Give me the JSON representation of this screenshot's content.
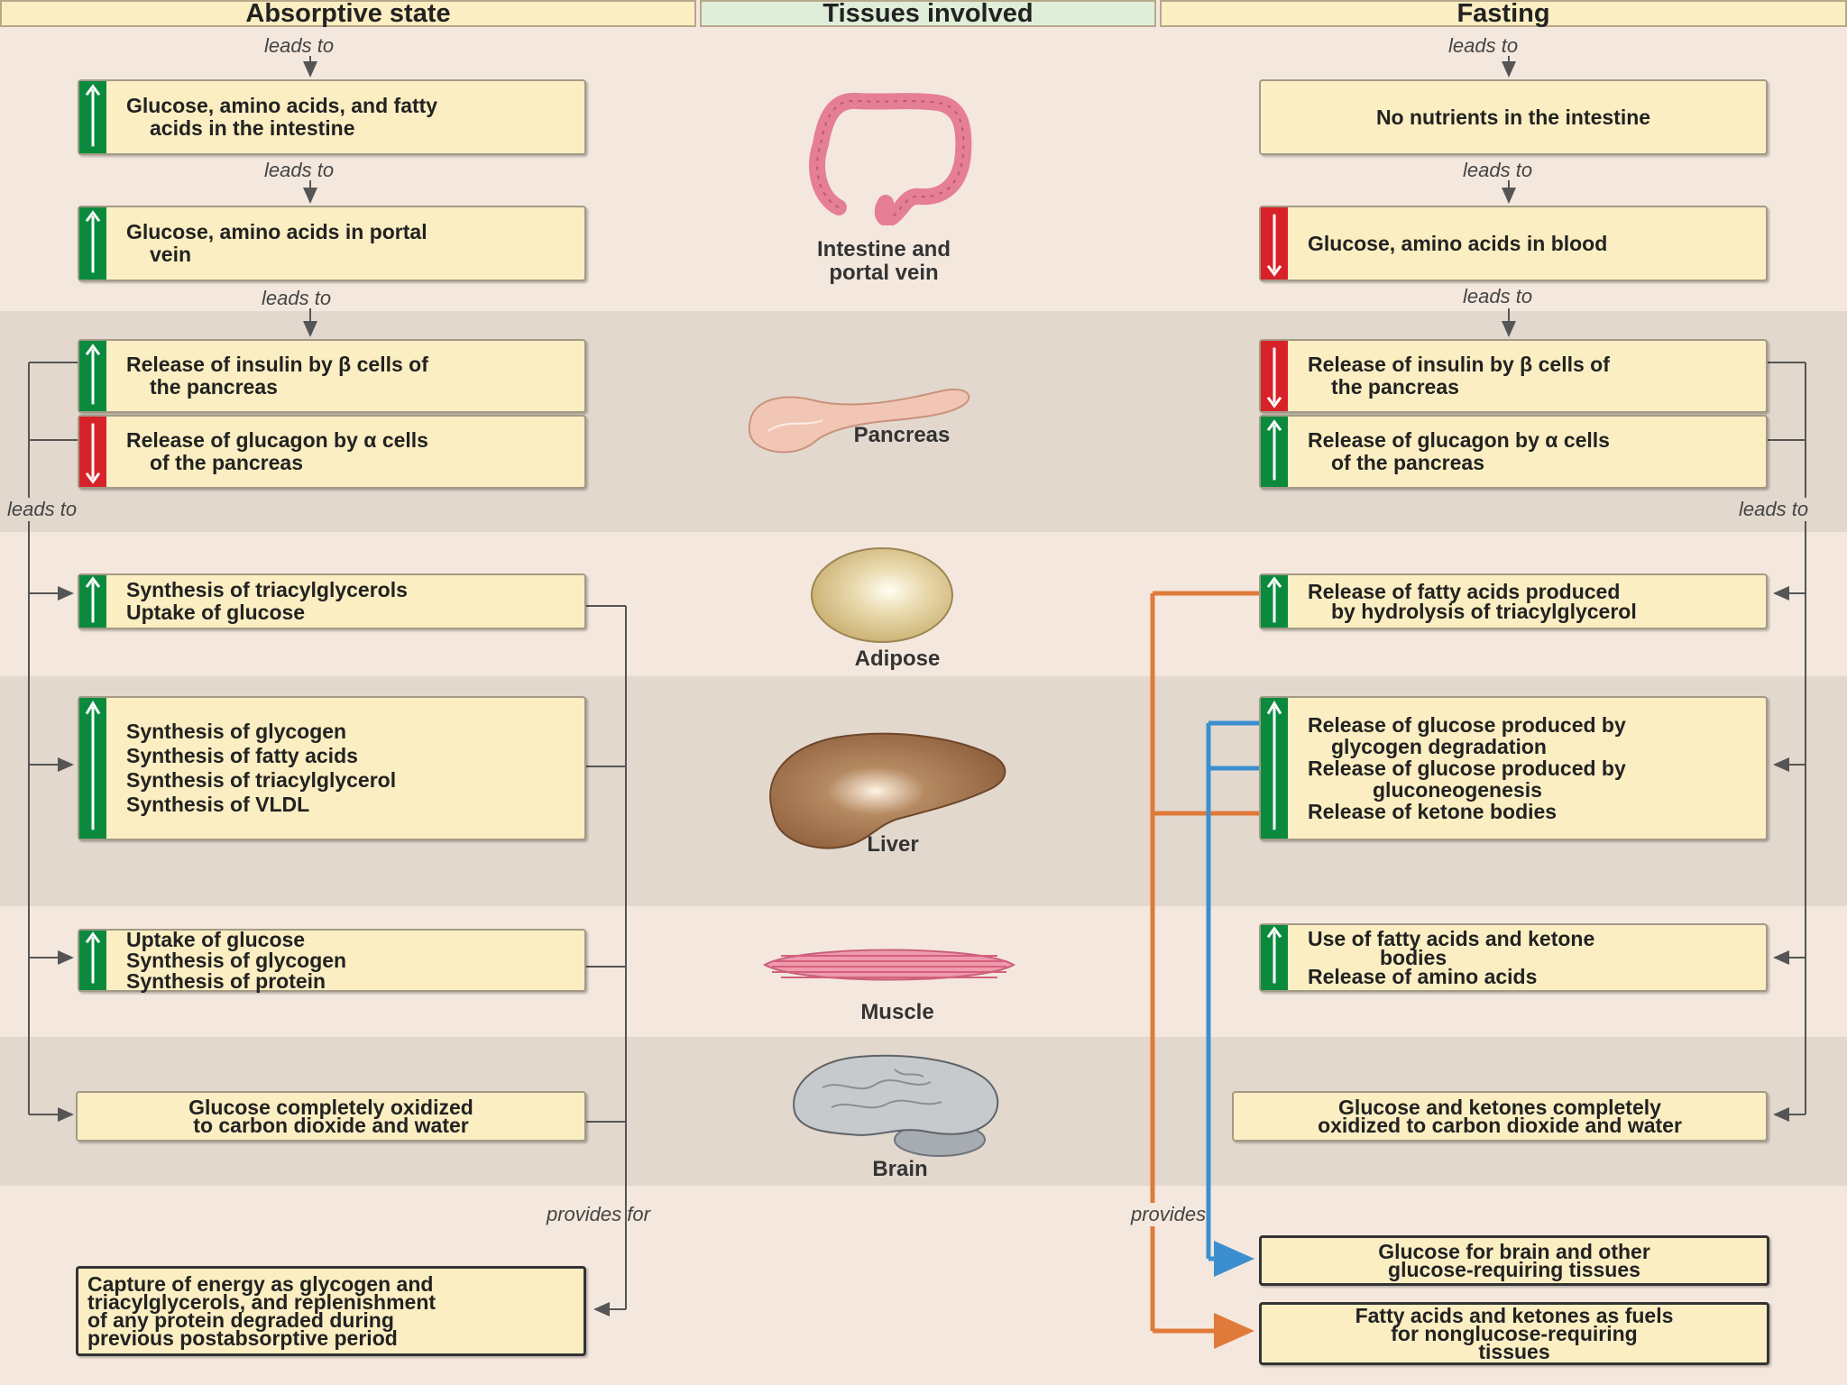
{
  "headers": {
    "absorptive": "Absorptive state",
    "tissues": "Tissues involved",
    "fasting": "Fasting"
  },
  "connectors": {
    "leads_to": "leads to",
    "provides_for": "provides for",
    "provides": "provides"
  },
  "tissues": {
    "intestine": [
      "Intestine and",
      "portal vein"
    ],
    "pancreas": "Pancreas",
    "adipose": "Adipose",
    "liver": "Liver",
    "muscle": "Muscle",
    "brain": "Brain"
  },
  "absorptive": {
    "intestine": {
      "indicator": "up",
      "lines": [
        "Glucose, amino acids, and fatty",
        "acids in the intestine"
      ]
    },
    "portal": {
      "indicator": "up",
      "lines": [
        "Glucose, amino acids in portal",
        "vein"
      ]
    },
    "insulin": {
      "indicator": "up",
      "lines": [
        "Release of insulin by β cells of",
        "the pancreas"
      ]
    },
    "glucagon": {
      "indicator": "down",
      "lines": [
        "Release of glucagon by α cells",
        "of the pancreas"
      ]
    },
    "adipose": {
      "indicator": "up",
      "lines": [
        "Synthesis of triacylglycerols",
        "Uptake of glucose"
      ]
    },
    "liver": {
      "indicator": "up",
      "lines": [
        "Synthesis of glycogen",
        "Synthesis of fatty acids",
        "Synthesis of triacylglycerol",
        "Synthesis of VLDL"
      ]
    },
    "muscle": {
      "indicator": "up",
      "lines": [
        "Uptake of glucose",
        "Synthesis of glycogen",
        "Synthesis of protein"
      ]
    },
    "brain": {
      "lines": [
        "Glucose completely oxidized",
        "to carbon dioxide and water"
      ]
    },
    "outcome": {
      "lines": [
        "Capture of energy as glycogen and",
        "triacylglycerols, and replenishment",
        "of any protein degraded during",
        "previous postabsorptive period"
      ]
    }
  },
  "fasting": {
    "intestine": {
      "lines": [
        "No nutrients in the intestine"
      ]
    },
    "blood": {
      "indicator": "down",
      "lines": [
        "Glucose, amino acids in blood"
      ]
    },
    "insulin": {
      "indicator": "down",
      "lines": [
        "Release of insulin by β cells of",
        "the pancreas"
      ]
    },
    "glucagon": {
      "indicator": "up",
      "lines": [
        "Release of glucagon by α cells",
        "of the pancreas"
      ]
    },
    "adipose": {
      "indicator": "up",
      "lines": [
        "Release of fatty acids produced",
        "by hydrolysis of triacylglycerol"
      ]
    },
    "liver": {
      "indicator": "up",
      "lines": [
        "Release of glucose produced by",
        "glycogen degradation",
        "Release of glucose produced by",
        "gluconeogenesis",
        "Release of ketone bodies"
      ]
    },
    "muscle": {
      "indicator": "up",
      "lines": [
        "Use of fatty acids and ketone",
        "bodies",
        "Release of amino acids"
      ]
    },
    "brain": {
      "lines": [
        "Glucose and ketones completely",
        "oxidized to carbon dioxide and water"
      ]
    },
    "glucose_out": {
      "lines": [
        "Glucose for brain and other",
        "glucose-requiring tissues"
      ]
    },
    "fatty_out": {
      "lines": [
        "Fatty acids and ketones as fuels",
        "for nonglucose-requiring",
        "tissues"
      ]
    }
  },
  "colors": {
    "up": "#0b8a3e",
    "down": "#d7222a",
    "orange_path": "#e07a3a",
    "blue_path": "#3b8fcf"
  }
}
